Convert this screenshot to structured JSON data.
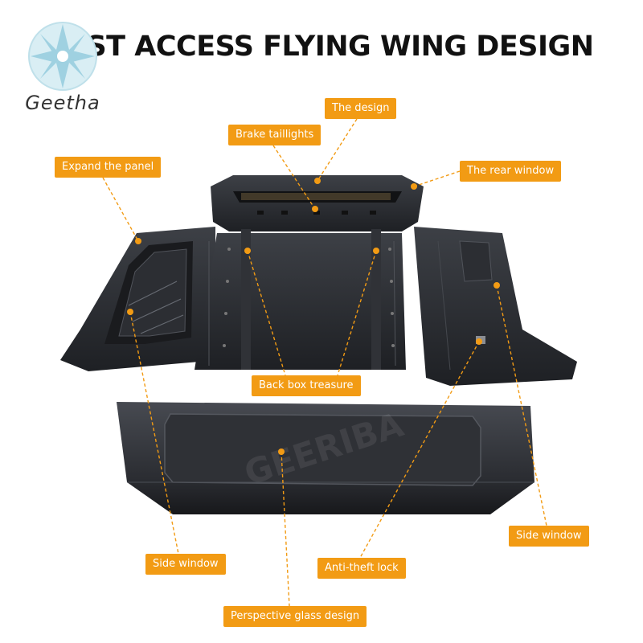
{
  "title": "FAST ACCESS FLYING WING DESIGN",
  "brand": {
    "name": "Geetha",
    "icon": "geetha-star-logo-icon"
  },
  "watermark_text": "GEERIBA",
  "colors": {
    "callout_bg": "#f29b14",
    "callout_text": "#ffffff",
    "leader_line": "#f29b14",
    "panel_dark": "#25272b",
    "panel_mid": "#3b3e44",
    "title_text": "#111111"
  },
  "callouts": {
    "the_design": "The design",
    "brake_taillights": "Brake taillights",
    "expand_panel": "Expand the panel",
    "rear_window": "The rear window",
    "back_box_treasure": "Back box treasure",
    "side_window_right": "Side window",
    "side_window_left": "Side window",
    "anti_theft_lock": "Anti-theft lock",
    "perspective_glass": "Perspective glass design"
  }
}
